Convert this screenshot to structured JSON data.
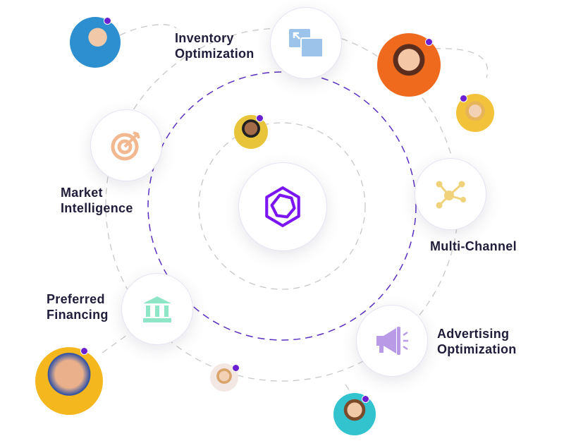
{
  "features": [
    {
      "line1": "Inventory",
      "line2": "Optimization",
      "icon": "resize-windows-icon",
      "color": "#9cc3ea"
    },
    {
      "line1": "Market",
      "line2": "Intelligence",
      "icon": "target-icon",
      "color": "#f2b88f"
    },
    {
      "line1": "Multi-Channel",
      "line2": "",
      "icon": "network-icon",
      "color": "#f0d27a"
    },
    {
      "line1": "Preferred",
      "line2": "Financing",
      "icon": "bank-icon",
      "color": "#8fe6c6"
    },
    {
      "line1": "Advertising",
      "line2": "Optimization",
      "icon": "megaphone-icon",
      "color": "#b89ae6"
    }
  ],
  "center": {
    "icon": "hexagon-logo-icon",
    "color": "#7b16f2"
  },
  "colors": {
    "accent": "#6a1fd1",
    "ring": "#5a2fc2",
    "dash": "#c8c8c8"
  }
}
